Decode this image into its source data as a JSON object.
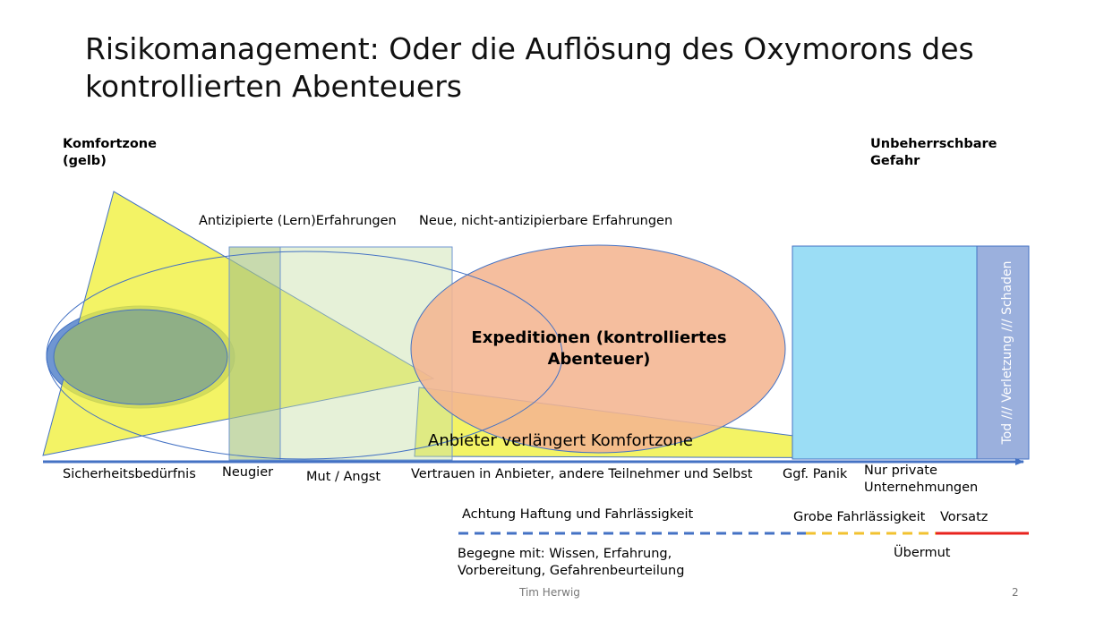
{
  "slide": {
    "title": "Risikomanagement: Oder die Auflösung des Oxymorons des kontrollierten Abenteuers",
    "footer_author": "Tim Herwig",
    "page_number": "2"
  },
  "diagram": {
    "corner_left": {
      "line1": "Komfortzone",
      "line2": "(gelb)"
    },
    "corner_right": {
      "line1": "Unbeherrschbare",
      "line2": "Gefahr"
    },
    "top_labels": {
      "anticipated": "Antizipierte (Lern)Erfahrungen",
      "new": "Neue, nicht-antizipierbare Erfahrungen"
    },
    "expeditions": {
      "line1": "Expeditionen (kontrolliertes",
      "line2": "Abenteuer)"
    },
    "provider_extends": "Anbieter verlängert Komfortzone",
    "danger_bar_text": "Tod /// Verletzung /// Schaden",
    "axis_labels": {
      "security": "Sicherheitsbedürfnis",
      "curiosity": "Neugier",
      "courage": "Mut / Angst",
      "trust": "Vertrauen in Anbieter, andere Teilnehmer und Selbst",
      "panic": "Ggf. Panik",
      "private_line1": "Nur private",
      "private_line2": "Unternehmungen"
    },
    "liability": {
      "header": "Achtung Haftung und Fahrlässigkeit",
      "gross": "Grobe Fahrlässigkeit",
      "intent": "Vorsatz",
      "meet_line1": "Begegne mit: Wissen, Erfahrung,",
      "meet_line2": "Vorbereitung, Gefahrenbeurteilung",
      "hubris": "Übermut"
    },
    "colors": {
      "comfort_yellow": "#F0F03A",
      "secure_green": "#8FAF86",
      "secure_blue": "#6F96D2",
      "expedition_orange": "#F4B591",
      "danger_blue": "#9BDDF5",
      "fatal_blue": "#9BB0DD",
      "axis_blue": "#4472C4",
      "dash_blue": "#4472C4",
      "dash_yellow": "#F2C230",
      "intent_red": "#E8231E"
    }
  }
}
